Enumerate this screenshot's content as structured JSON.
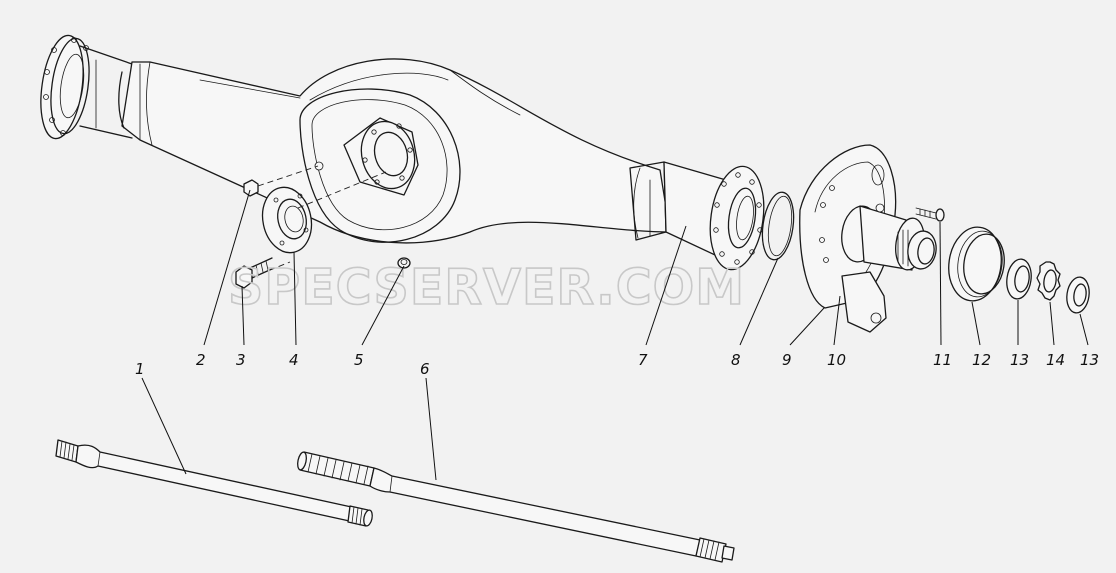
{
  "watermark": "SPECSERVER.COM",
  "callouts": [
    {
      "id": "label-1",
      "text": "1"
    },
    {
      "id": "label-2",
      "text": "2"
    },
    {
      "id": "label-3",
      "text": "3"
    },
    {
      "id": "label-4",
      "text": "4"
    },
    {
      "id": "label-5",
      "text": "5"
    },
    {
      "id": "label-6",
      "text": "6"
    },
    {
      "id": "label-7",
      "text": "7"
    },
    {
      "id": "label-8",
      "text": "8"
    },
    {
      "id": "label-9",
      "text": "9"
    },
    {
      "id": "label-10",
      "text": "10"
    },
    {
      "id": "label-11",
      "text": "11"
    },
    {
      "id": "label-12",
      "text": "12"
    },
    {
      "id": "label-13a",
      "text": "13"
    },
    {
      "id": "label-14",
      "text": "14"
    },
    {
      "id": "label-13b",
      "text": "13"
    }
  ]
}
